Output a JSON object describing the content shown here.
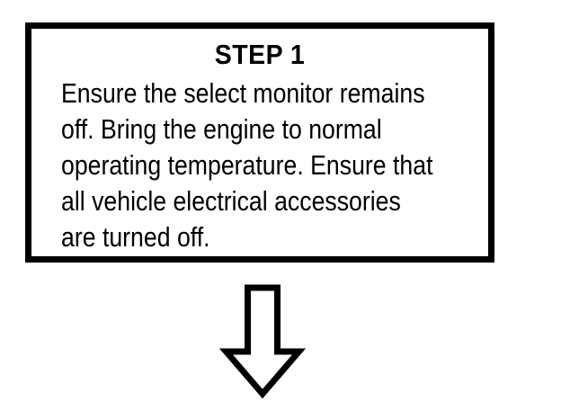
{
  "page": {
    "background_color": "#ffffff",
    "ink_color": "#000000"
  },
  "step_box": {
    "title": "STEP 1",
    "border_color": "#000000",
    "fill_color": "#ffffff",
    "body_lines": [
      "Ensure the select monitor remains",
      "off. Bring the engine to normal",
      "operating temperature. Ensure that",
      "all vehicle electrical accessories",
      "are turned off."
    ],
    "body_text": "Ensure the select monitor remains off. Bring the engine to normal operating temperature. Ensure that all vehicle electrical accessories are turned off."
  },
  "flow": {
    "connector": {
      "icon": "arrow-down-icon",
      "direction": "down",
      "style": "outlined",
      "stroke_color": "#000000",
      "fill_color": "#ffffff"
    }
  }
}
